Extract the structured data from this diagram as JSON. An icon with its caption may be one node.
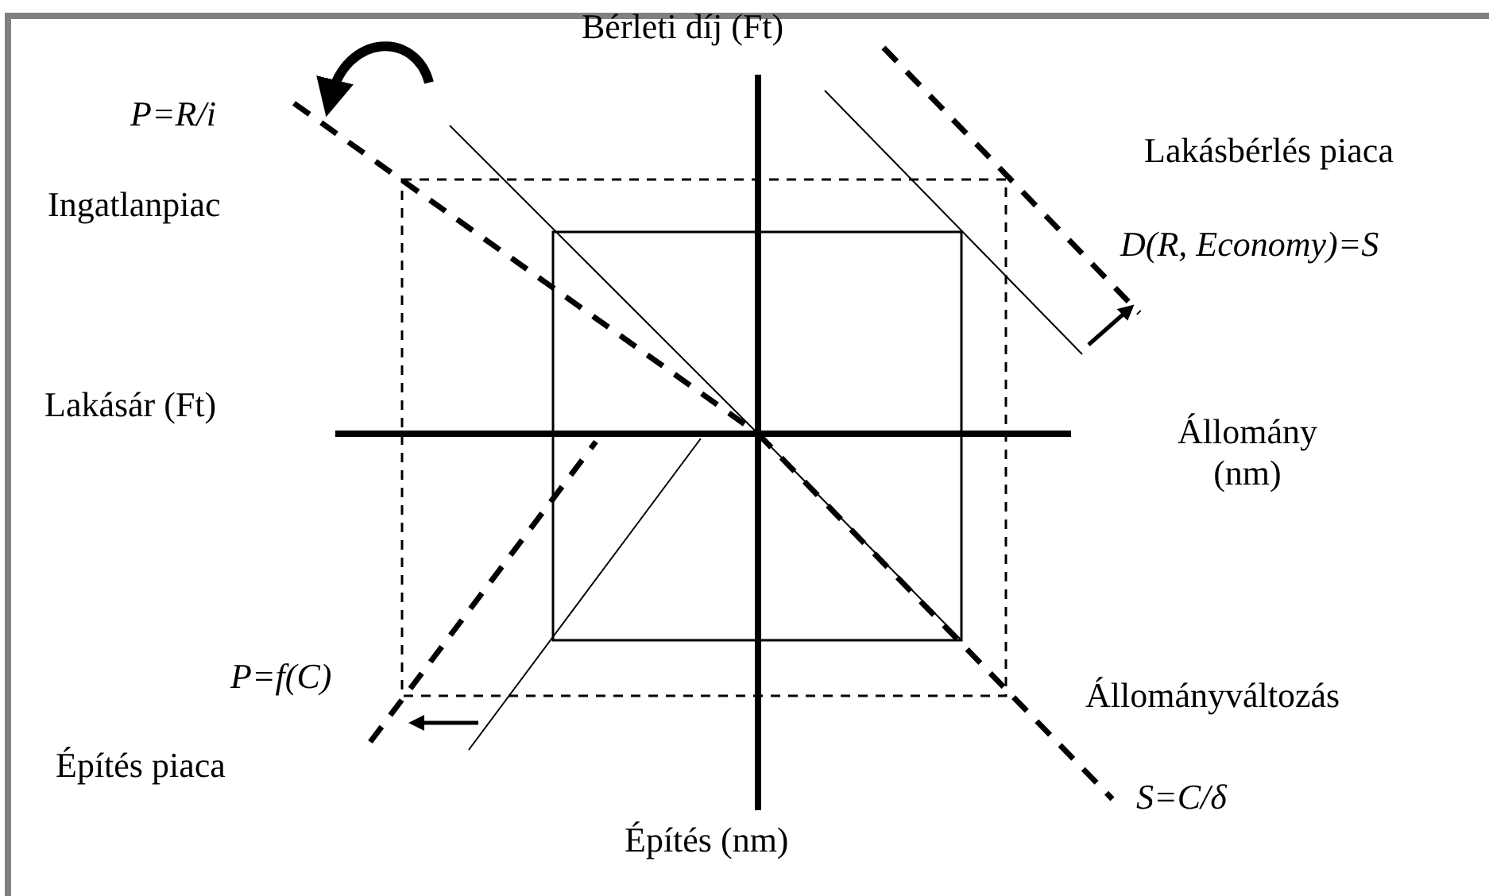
{
  "diagram": {
    "labels": [
      "Bérleti díj (Ft)",
      "P=R/i",
      "Lakásbérlés piaca",
      "Ingatlanpiac",
      "D(R, Economy)=S",
      "Lakásár (Ft)",
      "Állomány (nm)",
      "P=f(C)",
      "Állományváltozás",
      "Építés piaca",
      "S=C/δ",
      "Építés (nm)"
    ]
  }
}
